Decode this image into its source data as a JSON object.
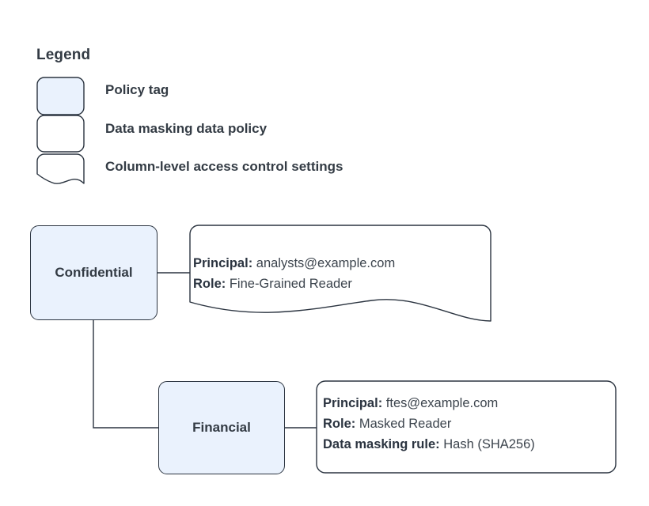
{
  "legend": {
    "title": "Legend",
    "items": [
      {
        "label": "Policy tag",
        "swatch": "policy-tag-swatch",
        "fill": "#eaf2fd",
        "shape": "rounded-rect"
      },
      {
        "label": "Data masking data policy",
        "swatch": "data-masking-policy-swatch",
        "fill": "#ffffff",
        "shape": "rounded-rect"
      },
      {
        "label": "Column-level access control settings",
        "swatch": "column-access-settings-swatch",
        "fill": "#ffffff",
        "shape": "wavy-bottom-rect"
      }
    ]
  },
  "diagram": {
    "nodes": [
      {
        "id": "confidential",
        "label": "Confidential",
        "type": "policy-tag"
      },
      {
        "id": "financial",
        "label": "Financial",
        "type": "policy-tag"
      }
    ],
    "callouts": [
      {
        "id": "confidential-access-settings",
        "shape": "wavy-bottom-rect",
        "lines": [
          {
            "key": "Principal:",
            "value": "analysts@example.com"
          },
          {
            "key": "Role:",
            "value": "Fine-Grained Reader"
          }
        ]
      },
      {
        "id": "financial-masking-policy",
        "shape": "rounded-rect",
        "lines": [
          {
            "key": "Principal:",
            "value": "ftes@example.com"
          },
          {
            "key": "Role:",
            "value": "Masked Reader"
          },
          {
            "key": "Data masking rule:",
            "value": "Hash (SHA256)"
          }
        ]
      }
    ],
    "edges": [
      {
        "from": "confidential",
        "to": "confidential-access-settings"
      },
      {
        "from": "confidential",
        "to": "financial"
      },
      {
        "from": "financial",
        "to": "financial-masking-policy"
      }
    ]
  },
  "colors": {
    "policy_tag_fill": "#eaf2fd",
    "stroke": "#2b3440",
    "text": "#333b44",
    "background": "#ffffff"
  }
}
